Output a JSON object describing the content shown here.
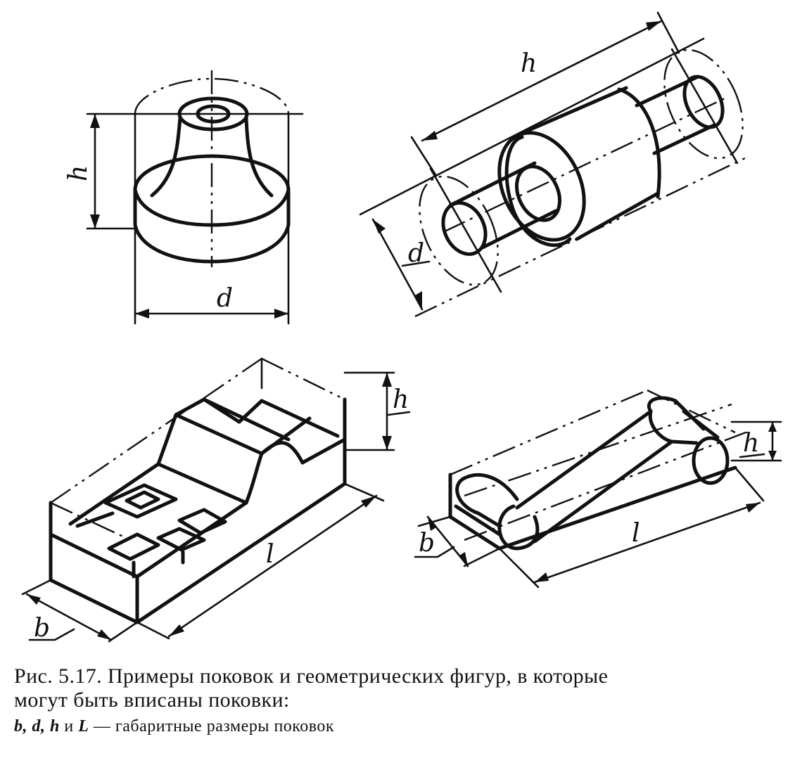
{
  "figure": {
    "labels": {
      "top_left_h": "h",
      "top_left_d": "d",
      "top_right_h": "h",
      "top_right_d": "d",
      "bottom_left_h": "h",
      "bottom_left_b": "b",
      "bottom_left_l": "l",
      "bottom_right_h": "h",
      "bottom_right_b": "b",
      "bottom_right_l": "l"
    }
  },
  "caption": {
    "line1": "Рис. 5.17. Примеры поковок и геометрических фигур, в которые",
    "line2": "могут быть вписаны поковки:",
    "line3_vars": "b, d, h",
    "line3_and": " и ",
    "line3_L": "L",
    "line3_rest": " — габаритные размеры поковок"
  }
}
